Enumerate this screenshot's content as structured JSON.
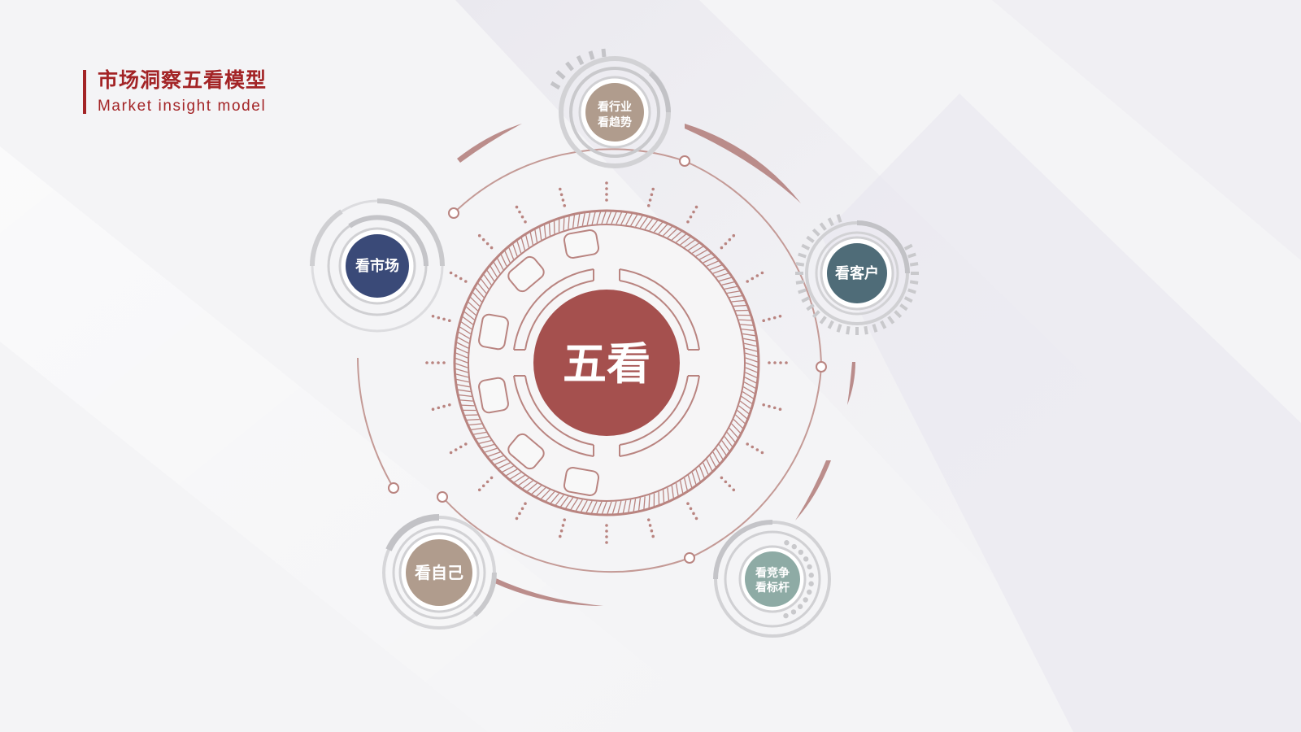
{
  "page": {
    "title_cn": "市场洞察五看模型",
    "title_en": "Market insight model"
  },
  "center": {
    "label": "五看",
    "color": "#a5504e"
  },
  "nodes": {
    "industry": {
      "line1": "看行业",
      "line2": "看趋势",
      "color": "#b09c8d"
    },
    "market": {
      "label": "看市场",
      "color": "#3a4a78"
    },
    "customer": {
      "label": "看客户",
      "color": "#4f6c78"
    },
    "self": {
      "label": "看自己",
      "color": "#b09c8d"
    },
    "competition": {
      "line1": "看竞争",
      "line2": "看标杆",
      "color": "#8eaba5"
    }
  },
  "colors": {
    "accent": "#a32426",
    "ring": "#b98480",
    "gray_ring": "#c9c9cc"
  }
}
